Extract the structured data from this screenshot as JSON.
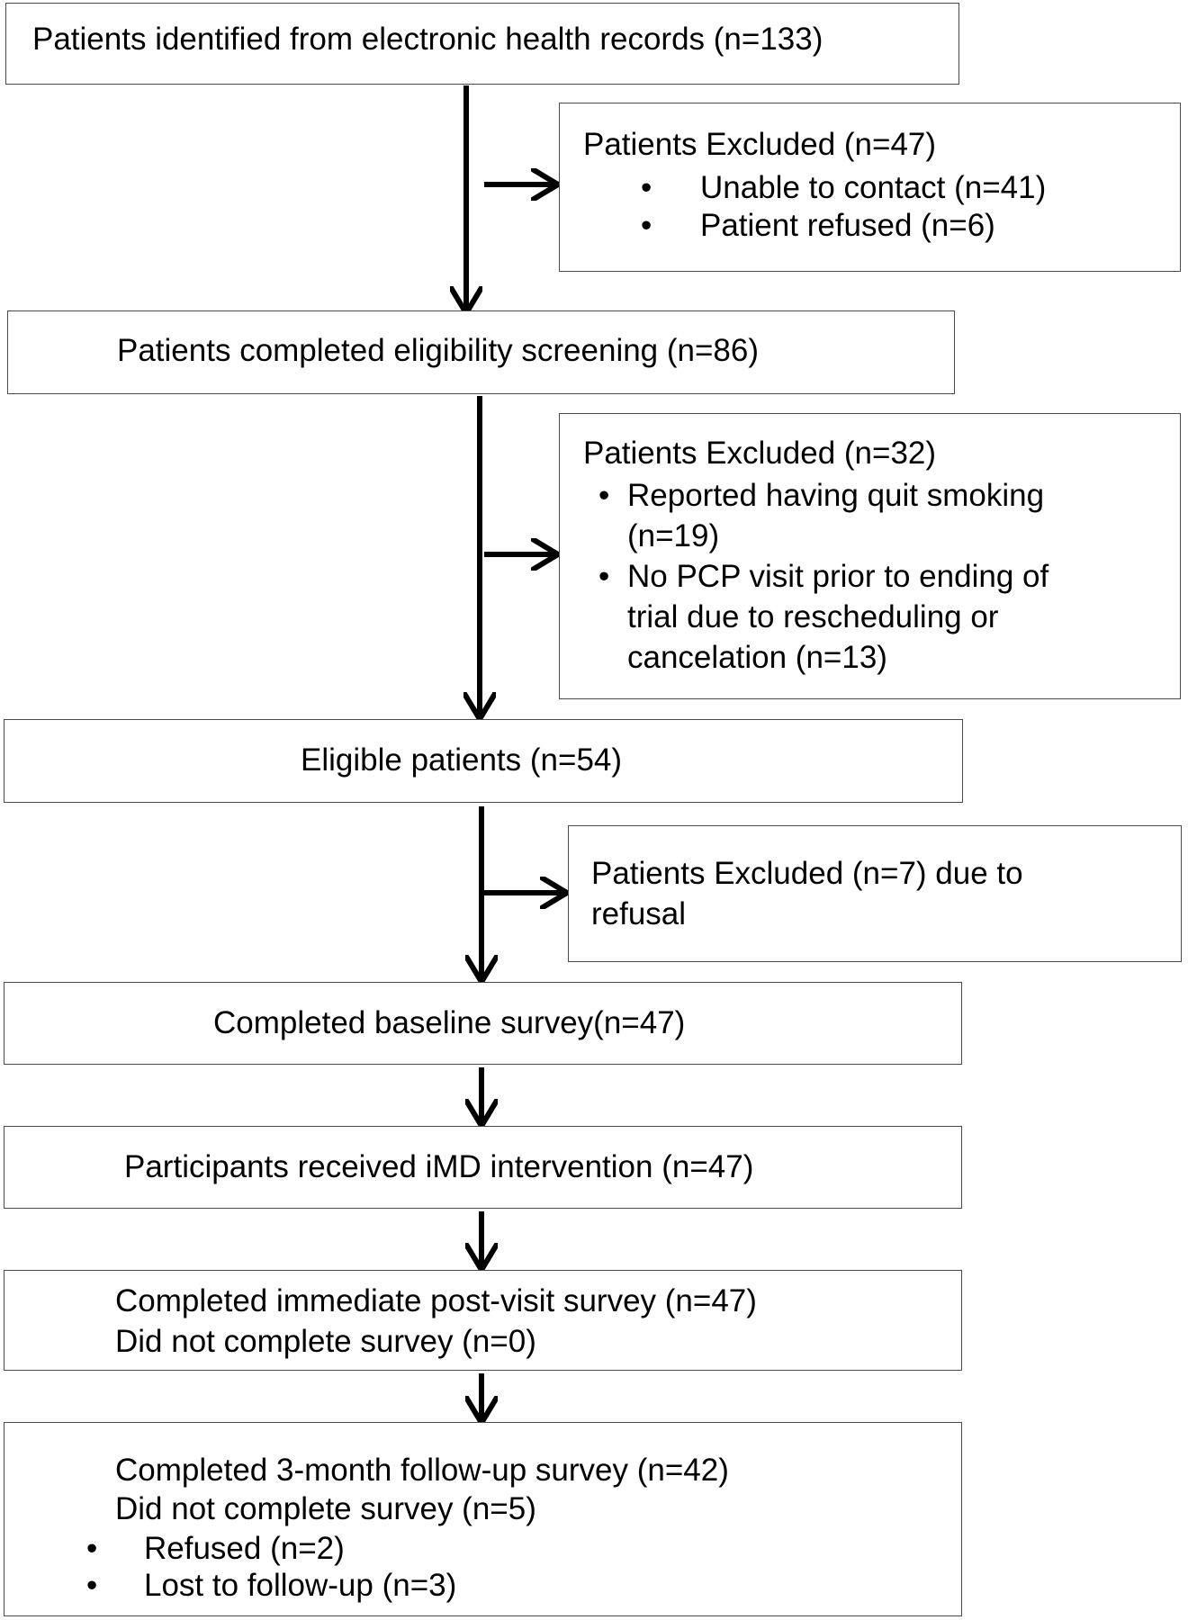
{
  "flow": {
    "identified": "Patients identified from electronic health records (n=133)",
    "excluded1": {
      "title": "Patients Excluded (n=47)",
      "items": [
        "Unable to contact (n=41)",
        "Patient refused (n=6)"
      ]
    },
    "screened": "Patients completed eligibility screening (n=86)",
    "excluded2": {
      "title": "Patients Excluded (n=32)",
      "items": [
        [
          "Reported having quit smoking",
          "(n=19)"
        ],
        [
          "No PCP visit prior to ending of",
          "trial due to rescheduling or",
          "cancelation (n=13)"
        ]
      ]
    },
    "eligible": "Eligible patients (n=54)",
    "excluded3": [
      "Patients Excluded (n=7) due to",
      "refusal"
    ],
    "baseline": "Completed baseline survey(n=47)",
    "intervention": "Participants received iMD intervention (n=47)",
    "postvisit": [
      "Completed immediate post-visit survey (n=47)",
      "Did not complete survey (n=0)"
    ],
    "followup": {
      "lines": [
        "Completed 3-month follow-up survey (n=42)",
        "Did not complete survey (n=5)"
      ],
      "items": [
        "Refused (n=2)",
        "Lost to follow-up (n=3)"
      ]
    },
    "bullet": "•"
  }
}
